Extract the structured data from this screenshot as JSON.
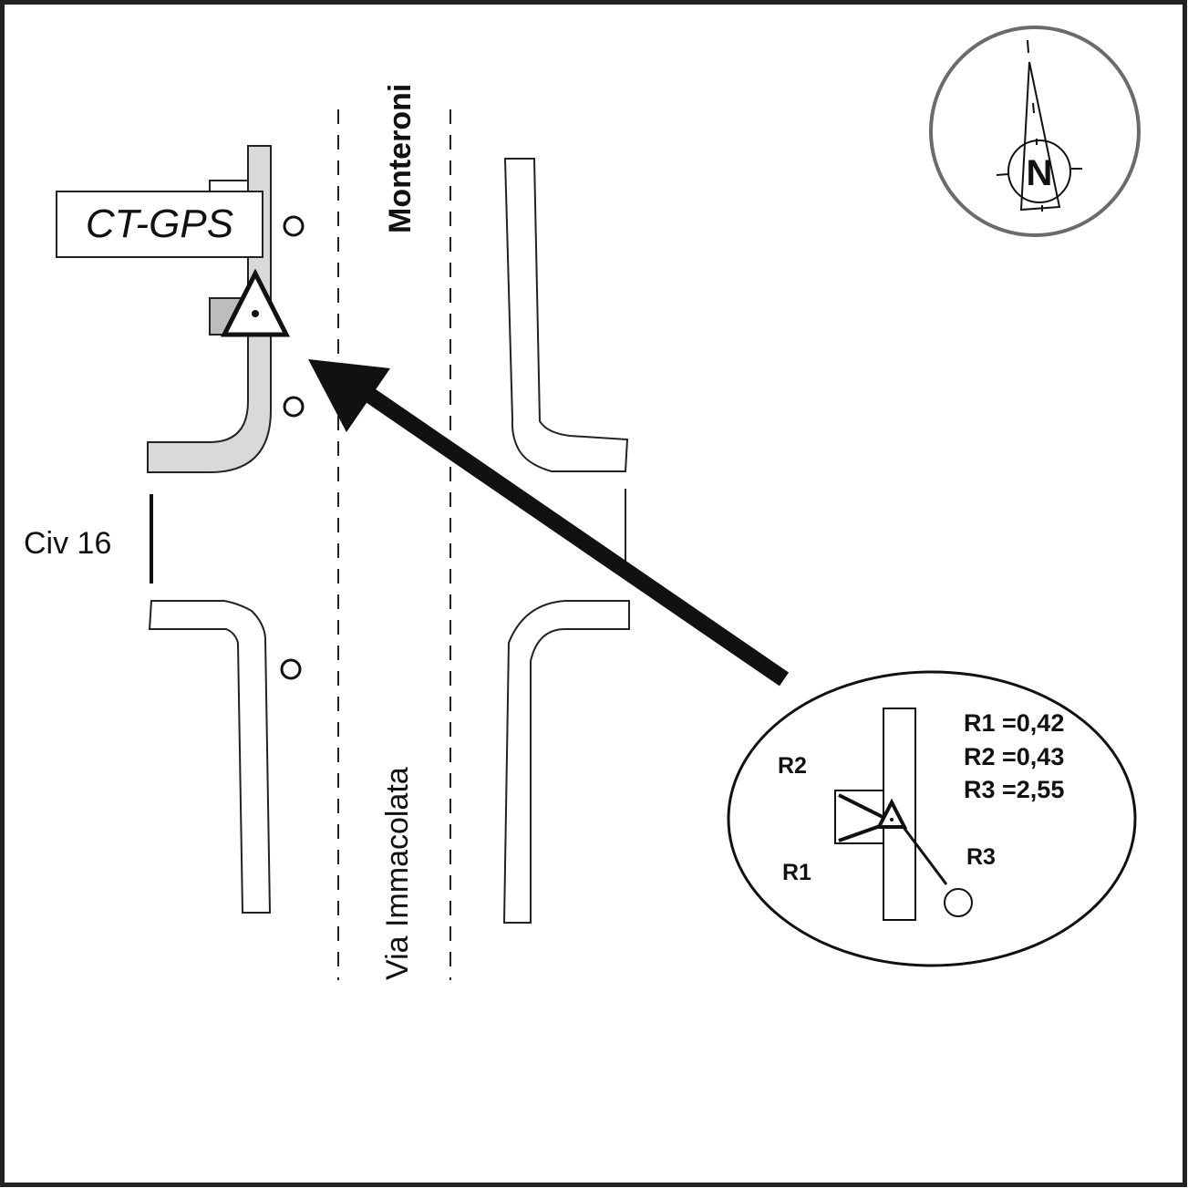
{
  "map": {
    "station_label": "CT-GPS",
    "street_name_north": "Monteroni",
    "street_name_south": "Via Immacolata",
    "house_number_label": "Civ 16",
    "north_arrow_letter": "N",
    "icons": {
      "station": "triangle-benchmark-icon",
      "poles": "circle-pole-icon",
      "north_arrow": "compass-north-icon",
      "pointer": "arrow-left-up-icon"
    },
    "colors": {
      "ink": "#111111",
      "sidewalk_fill": "#d9d9d9",
      "pillar_fill": "#bdbdbd",
      "compass_ring": "#6b6b6b",
      "background": "#ffffff"
    }
  },
  "detail_inset": {
    "labels": {
      "r1": "R1",
      "r2": "R2",
      "r3": "R3"
    },
    "measurements": [
      {
        "name": "R1",
        "text": "R1 =0,42",
        "value": 0.42
      },
      {
        "name": "R2",
        "text": "R2 =0,43",
        "value": 0.43
      },
      {
        "name": "R3",
        "text": "R3 =2,55",
        "value": 2.55
      }
    ]
  }
}
